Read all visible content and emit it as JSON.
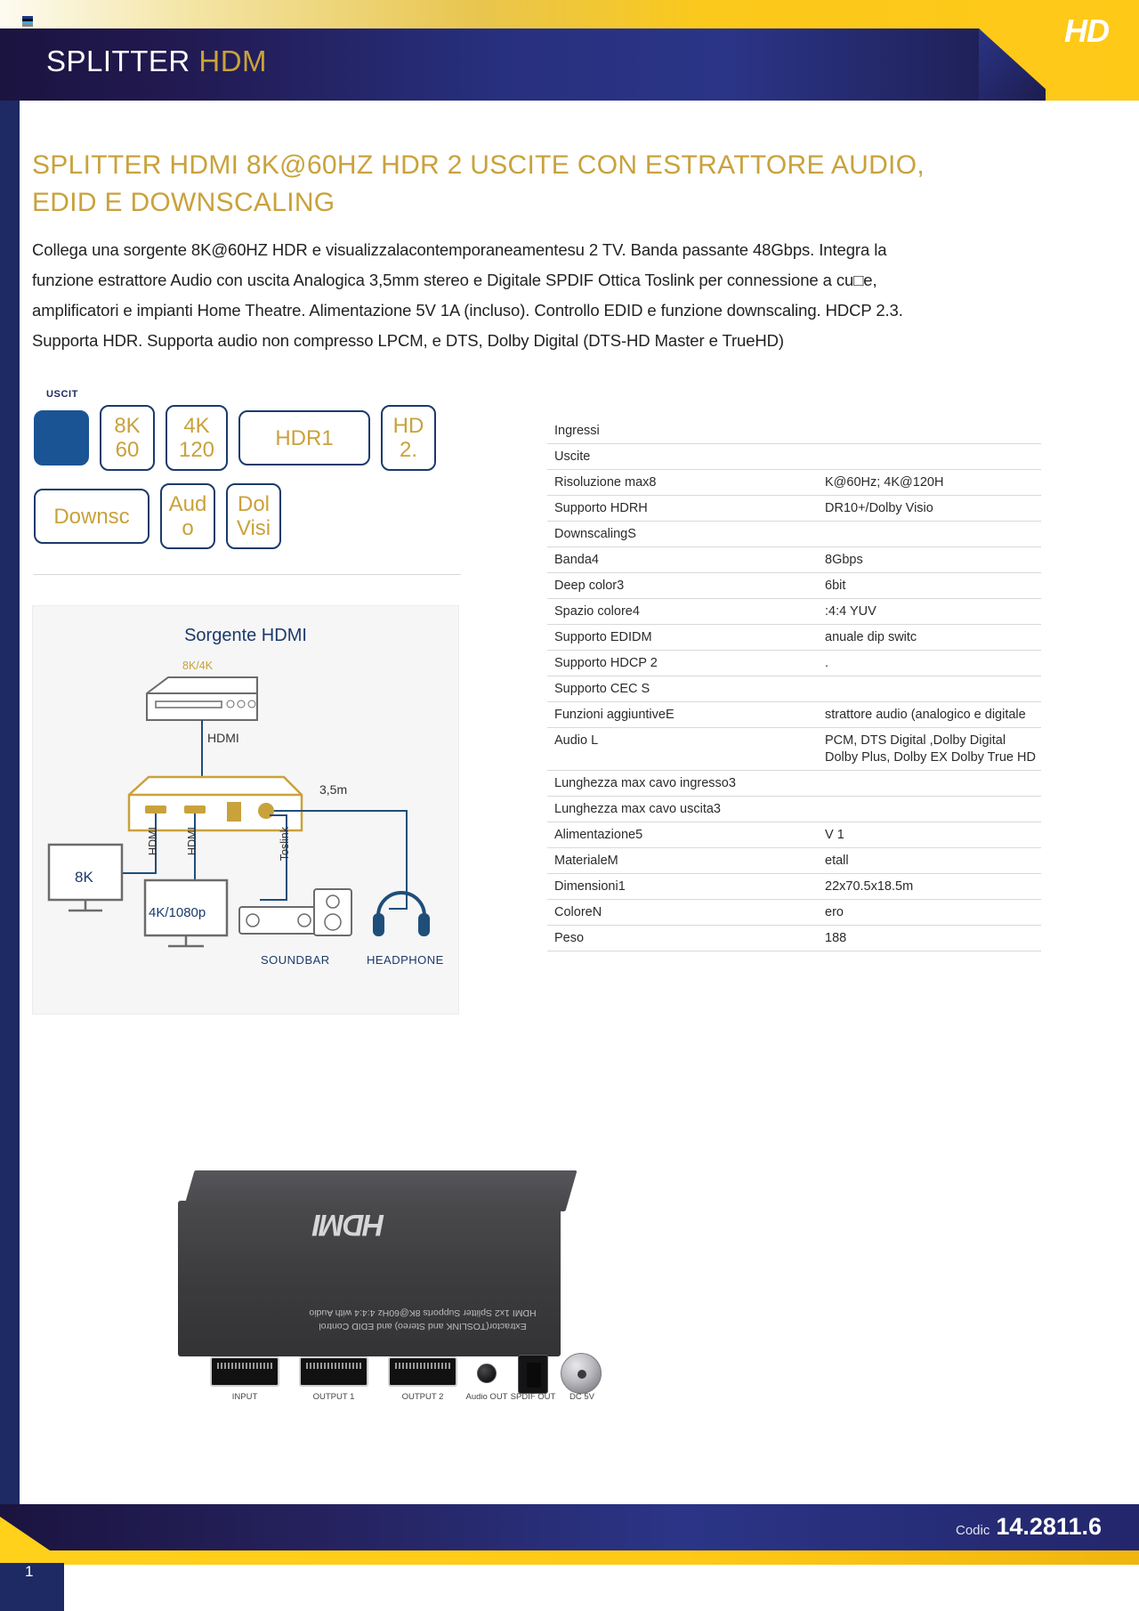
{
  "header": {
    "title_part1": "SPLITTER ",
    "title_part2": "HDM",
    "hd_badge": "HD"
  },
  "product": {
    "title": "SPLITTER  HDMI 8K@60HZ HDR 2 USCITE CON ESTRATTORE AUDIO, EDID E DOWNSCALING",
    "description": "Collega una sorgente 8K@60HZ  HDR  e visualizzalacontemporaneamentesu 2 TV. Banda passante 48Gbps. Integra la funzione estrattore Audio  con  uscita  Analogica  3,5mm stereo e Digitale SPDIF  Ottica Toslink per connessione a cu□e,   amplificatori e impianti Home Theatre. Alimentazione 5V  1A (incluso). Controllo EDID e funzione downscaling. HDCP  2.3. Supporta HDR. Supporta audio non compresso LPCM, e DTS, Dolby Digital (DTS-HD Master e TrueHD)"
  },
  "badges": {
    "uscite_label": "USCIT",
    "row1": [
      {
        "text": "",
        "style": "solid"
      },
      {
        "line1": "8K",
        "line2": "60",
        "style": "w-sm"
      },
      {
        "line1": "4K",
        "line2": "120",
        "style": "w-md"
      },
      {
        "line1": "HDR1",
        "line2": "",
        "style": "w-xl"
      },
      {
        "line1": "HD",
        "line2": "2.",
        "style": "w-sm"
      }
    ],
    "row2": [
      {
        "line1": "Downsc",
        "line2": "",
        "style": "w-lg"
      },
      {
        "line1": "Aud",
        "line2": "o",
        "style": "w-sm"
      },
      {
        "line1": "Dol",
        "line2": "Visi",
        "style": "w-sm"
      }
    ]
  },
  "diagram": {
    "title": "Sorgente  HDMI",
    "source_label": "8K/4K",
    "hdmi_in_label": "HDMI",
    "cable_length": "3,5m",
    "out1_label": "HDMI",
    "out2_label": "HDMI",
    "toslink_label": "Toslink",
    "tv1_label": "8K",
    "tv2_label": "4K/1080p",
    "soundbar_label": "SOUNDBAR",
    "headphone_label": "HEADPHONE"
  },
  "spec_table": {
    "rows": [
      {
        "key": "Ingressi",
        "value": ""
      },
      {
        "key": "Uscite",
        "value": ""
      },
      {
        "key": "Risoluzione max8",
        "value": "K@60Hz;  4K@120H"
      },
      {
        "key": "Supporto  HDRH",
        "value": "DR10+/Dolby Visio"
      },
      {
        "key": "DownscalingS",
        "value": ""
      },
      {
        "key": "Banda4",
        "value": "8Gbps"
      },
      {
        "key": "Deep color3",
        "value": "6bit"
      },
      {
        "key": "Spazio colore4",
        "value": ":4:4 YUV"
      },
      {
        "key": "Supporto  EDIDM",
        "value": "anuale dip switc"
      },
      {
        "key": "Supporto  HDCP 2",
        "value": "."
      },
      {
        "key": "Supporto  CEC S",
        "value": ""
      },
      {
        "key": "Funzioni  aggiuntiveE",
        "value": "strattore audio (analogico e digitale"
      },
      {
        "key": "Audio L",
        "value": "PCM,  DTS Digital ,Dolby Digital Dolby Plus, Dolby EX Dolby True HD"
      },
      {
        "key": "Lunghezza  max cavo ingresso3",
        "value": ""
      },
      {
        "key": "Lunghezza  max cavo uscita3",
        "value": ""
      },
      {
        "key": "Alimentazione5",
        "value": "V 1"
      },
      {
        "key": "MaterialeM",
        "value": "etall"
      },
      {
        "key": "Dimensioni1",
        "value": "22x70.5x18.5m"
      },
      {
        "key": "ColoreN",
        "value": "ero"
      },
      {
        "key": "Peso",
        "value": "188"
      }
    ]
  },
  "photo": {
    "logo": "HDMI",
    "caption_line1": "HDMI 1x2 Splitter Supports 8K@60Hz 4:4:4 with Audio",
    "caption_line2": "Extractor(TOSLINK and Stereo) and EDID Control",
    "ports": [
      {
        "label": "INPUT"
      },
      {
        "label": "OUTPUT 1"
      },
      {
        "label": "OUTPUT 2"
      },
      {
        "label": "Audio OUT"
      },
      {
        "label": "SPDIF OUT"
      },
      {
        "label": "DC 5V"
      }
    ]
  },
  "footer": {
    "codice_label": "Codic",
    "codice_value": "14.2811.6",
    "page_number": "1"
  },
  "colors": {
    "navy": "#1d2a63",
    "gold": "#c9a23c",
    "yellow": "#ffc918",
    "blue_accent": "#1b5494"
  }
}
